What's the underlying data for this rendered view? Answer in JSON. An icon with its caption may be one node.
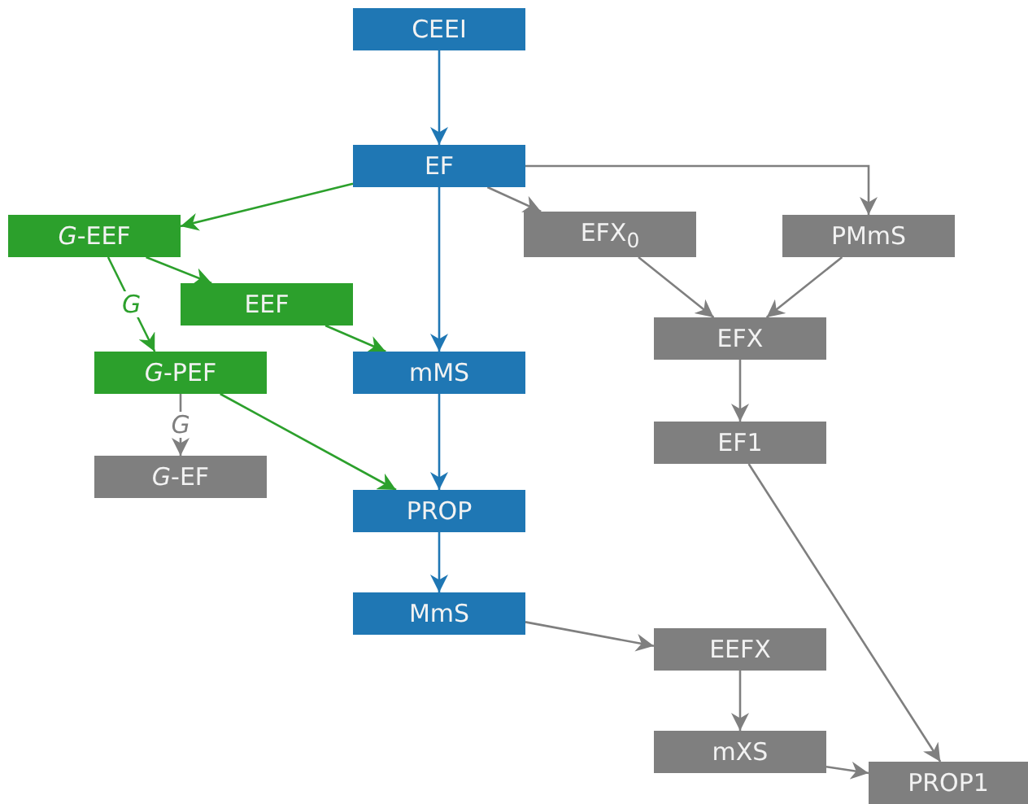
{
  "diagram": {
    "nodes": [
      {
        "text": [
          "CEEI"
        ]
      },
      {
        "text": [
          "EF"
        ]
      },
      {
        "text": [
          "*G*-EEF"
        ]
      },
      {
        "text": [
          "EFX$_{0}$"
        ]
      },
      {
        "text": [
          "PMmS"
        ]
      },
      {
        "text": [
          "EEF"
        ]
      },
      {
        "text": [
          "*G*-PEF"
        ]
      },
      {
        "text": [
          "mMS"
        ]
      },
      {
        "text": [
          "EFX"
        ]
      },
      {
        "text": [
          "EF1"
        ]
      },
      {
        "text": [
          "*G*-EF"
        ]
      },
      {
        "text": [
          "PROP"
        ]
      },
      {
        "text": [
          "MmS"
        ]
      },
      {
        "text": [
          "EEFX"
        ]
      },
      {
        "text": [
          "mXS"
        ]
      },
      {
        "text": [
          "PROP1"
        ]
      }
    ],
    "edges": [
      {
        "from": 0,
        "to": 1,
        "arrow": "to",
        "color": "#1f77b4"
      },
      {
        "from": 1,
        "to": 2,
        "arrow": "to",
        "color": "#2ca02c"
      },
      {
        "from": 1,
        "to": 7,
        "arrow": "to",
        "color": "#1f77b4"
      },
      {
        "from": 1,
        "to": 3,
        "arrow": "to"
      },
      {
        "from": 1,
        "to": 4,
        "arrow": "to"
      },
      {
        "from": 2,
        "to": 5,
        "arrow": "to",
        "color": "#2ca02c"
      },
      {
        "from": 2,
        "to": 6,
        "arrow": "to",
        "label": "G",
        "color": "#2ca02c"
      },
      {
        "from": 5,
        "to": 7,
        "arrow": "to",
        "color": "#2ca02c"
      },
      {
        "from": 6,
        "to": 11,
        "arrow": "to",
        "color": "#2ca02c"
      },
      {
        "from": 6,
        "to": 10,
        "arrow": "to",
        "label": "G"
      },
      {
        "from": 7,
        "to": 11,
        "arrow": "to",
        "color": "#1f77b4"
      },
      {
        "from": 11,
        "to": 12,
        "arrow": "to",
        "color": "#1f77b4"
      },
      {
        "from": 3,
        "to": 8,
        "arrow": "to"
      },
      {
        "from": 4,
        "to": 8,
        "arrow": "to"
      },
      {
        "from": 8,
        "to": 9,
        "arrow": "to"
      },
      {
        "from": 9,
        "to": 15,
        "arrow": "to"
      },
      {
        "from": 12,
        "to": 13,
        "arrow": "to"
      },
      {
        "from": 13,
        "to": 14,
        "arrow": "to"
      },
      {
        "from": 14,
        "to": 15,
        "arrow": "to"
      }
    ]
  }
}
